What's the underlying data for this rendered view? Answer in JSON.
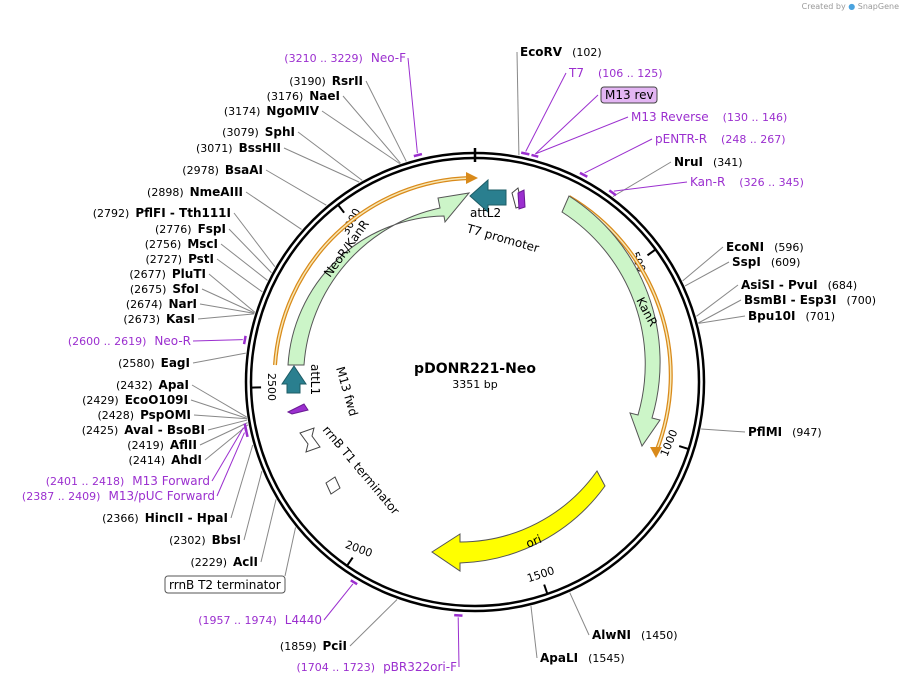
{
  "credit": {
    "created_by": "Created by",
    "brand": "SnapGene"
  },
  "plasmid": {
    "name": "pDONR221-Neo",
    "size_label": "3351 bp",
    "length": 3351
  },
  "colors": {
    "backbone": "#000000",
    "primer": "#9b2fcf",
    "feature_label": "#000000",
    "kanr_fill": "#ccf5c8",
    "ori_fill": "#ffff00",
    "att_fill": "#2a7f8f",
    "orf": "#d98a1a",
    "primer_box": "#e3b5f3"
  },
  "ticks": [
    {
      "pos": 500,
      "label": "500"
    },
    {
      "pos": 1000,
      "label": "1000"
    },
    {
      "pos": 1500,
      "label": "1500"
    },
    {
      "pos": 2000,
      "label": "2000"
    },
    {
      "pos": 2500,
      "label": "2500"
    },
    {
      "pos": 3000,
      "label": "3000"
    }
  ],
  "enzymes": [
    {
      "pos": 102,
      "name": "EcoRV",
      "num": "(102)",
      "num_first": false
    },
    {
      "pos": 341,
      "name": "NruI",
      "num": "(341)",
      "num_first": false
    },
    {
      "pos": 596,
      "name": "EcoNI",
      "num": "(596)",
      "num_first": false
    },
    {
      "pos": 609,
      "name": "SspI",
      "num": "(609)",
      "num_first": false
    },
    {
      "pos": 684,
      "name": "AsiSI  -  PvuI",
      "num": "(684)",
      "num_first": false
    },
    {
      "pos": 700,
      "name": "BsmBI  -  Esp3I",
      "num": "(700)",
      "num_first": false
    },
    {
      "pos": 701,
      "name": "Bpu10I",
      "num": "(701)",
      "num_first": false
    },
    {
      "pos": 947,
      "name": "PflMI",
      "num": "(947)",
      "num_first": false
    },
    {
      "pos": 1450,
      "name": "AlwNI",
      "num": "(1450)",
      "num_first": false
    },
    {
      "pos": 1545,
      "name": "ApaLI",
      "num": "(1545)",
      "num_first": false
    },
    {
      "pos": 1859,
      "name": "PciI",
      "num": "(1859)",
      "num_first": true
    },
    {
      "pos": 2229,
      "name": "AclI",
      "num": "(2229)",
      "num_first": true
    },
    {
      "pos": 2302,
      "name": "BbsI",
      "num": "(2302)",
      "num_first": true
    },
    {
      "pos": 2366,
      "name": "HincII  -  HpaI",
      "num": "(2366)",
      "num_first": true
    },
    {
      "pos": 2414,
      "name": "AhdI",
      "num": "(2414)",
      "num_first": true
    },
    {
      "pos": 2419,
      "name": "AflII",
      "num": "(2419)",
      "num_first": true
    },
    {
      "pos": 2425,
      "name": "AvaI  -  BsoBI",
      "num": "(2425)",
      "num_first": true
    },
    {
      "pos": 2428,
      "name": "PspOMI",
      "num": "(2428)",
      "num_first": true
    },
    {
      "pos": 2429,
      "name": "EcoO109I",
      "num": "(2429)",
      "num_first": true
    },
    {
      "pos": 2432,
      "name": "ApaI",
      "num": "(2432)",
      "num_first": true
    },
    {
      "pos": 2580,
      "name": "EagI",
      "num": "(2580)",
      "num_first": true
    },
    {
      "pos": 2673,
      "name": "KasI",
      "num": "(2673)",
      "num_first": true
    },
    {
      "pos": 2674,
      "name": "NarI",
      "num": "(2674)",
      "num_first": true
    },
    {
      "pos": 2675,
      "name": "SfoI",
      "num": "(2675)",
      "num_first": true
    },
    {
      "pos": 2677,
      "name": "PluTI",
      "num": "(2677)",
      "num_first": true
    },
    {
      "pos": 2727,
      "name": "PstI",
      "num": "(2727)",
      "num_first": true
    },
    {
      "pos": 2756,
      "name": "MscI",
      "num": "(2756)",
      "num_first": true
    },
    {
      "pos": 2776,
      "name": "FspI",
      "num": "(2776)",
      "num_first": true
    },
    {
      "pos": 2792,
      "name": "PflFI  -  Tth111I",
      "num": "(2792)",
      "num_first": true
    },
    {
      "pos": 2898,
      "name": "NmeAIII",
      "num": "(2898)",
      "num_first": true
    },
    {
      "pos": 2978,
      "name": "BsaAI",
      "num": "(2978)",
      "num_first": true
    },
    {
      "pos": 3071,
      "name": "BssHII",
      "num": "(3071)",
      "num_first": true
    },
    {
      "pos": 3079,
      "name": "SphI",
      "num": "(3079)",
      "num_first": true
    },
    {
      "pos": 3174,
      "name": "NgoMIV",
      "num": "(3174)",
      "num_first": true
    },
    {
      "pos": 3176,
      "name": "NaeI",
      "num": "(3176)",
      "num_first": true
    },
    {
      "pos": 3190,
      "name": "RsrII",
      "num": "(3190)",
      "num_first": true
    }
  ],
  "primers": [
    {
      "start": 3210,
      "end": 3229,
      "name": "Neo-F",
      "range": "(3210 .. 3229)",
      "name_first": false
    },
    {
      "start": 106,
      "end": 125,
      "name": "T7",
      "range": "(106 .. 125)",
      "name_first": true
    },
    {
      "start": 130,
      "end": 146,
      "name": "M13 rev",
      "range": "",
      "name_first": true,
      "boxed": true
    },
    {
      "start": 130,
      "end": 146,
      "name": "M13 Reverse",
      "range": "(130 .. 146)",
      "name_first": true
    },
    {
      "start": 248,
      "end": 267,
      "name": "pENTR-R",
      "range": "(248 .. 267)",
      "name_first": true
    },
    {
      "start": 326,
      "end": 345,
      "name": "Kan-R",
      "range": "(326 .. 345)",
      "name_first": true
    },
    {
      "start": 2600,
      "end": 2619,
      "name": "Neo-R",
      "range": "(2600 .. 2619)",
      "name_first": false
    },
    {
      "start": 2401,
      "end": 2418,
      "name": "M13 Forward",
      "range": "(2401 .. 2418)",
      "name_first": false
    },
    {
      "start": 2387,
      "end": 2409,
      "name": "M13/pUC Forward",
      "range": "(2387 .. 2409)",
      "name_first": false
    },
    {
      "start": 1957,
      "end": 1974,
      "name": "L4440",
      "range": "(1957 .. 1974)",
      "name_first": false
    },
    {
      "start": 1704,
      "end": 1723,
      "name": "pBR322ori-F",
      "range": "(1704 .. 1723)",
      "name_first": false
    }
  ],
  "features": {
    "kanr": "KanR",
    "neo": "NeoR/KanR",
    "ori": "ori",
    "attl2": "attL2",
    "t7_promoter": "T7 promoter",
    "attl1": "attL1",
    "m13_fwd": "M13 fwd",
    "rrnb_t1": "rrnB T1 terminator",
    "rrnb_t2": "rrnB T2 terminator"
  }
}
